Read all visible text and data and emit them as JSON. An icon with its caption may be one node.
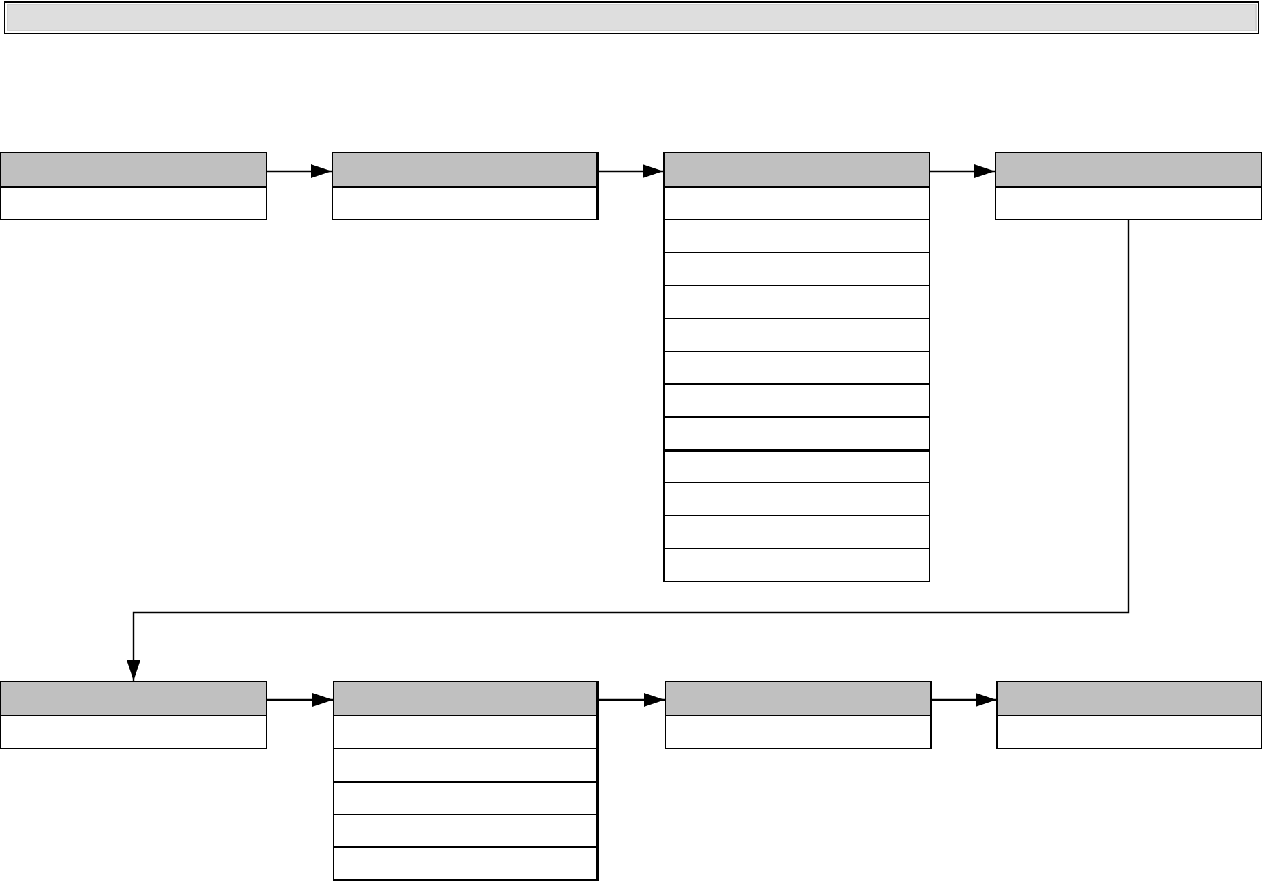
{
  "diagram": {
    "nodes": [
      {
        "text": [],
        "shape": "bar"
      },
      {
        "text": [],
        "shape": "table"
      },
      {
        "text": [],
        "shape": "bar",
        "in": 1
      },
      {
        "text": [],
        "shape": "box",
        "in": 1
      },
      {
        "text": [],
        "shape": "table"
      },
      {
        "text": [],
        "shape": "bar",
        "in": 4
      },
      {
        "text": [],
        "shape": "box",
        "in": 4
      },
      {
        "text": [],
        "shape": "table"
      },
      {
        "text": [],
        "shape": "bar",
        "in": 7
      },
      {
        "text": [],
        "shape": "box",
        "in": 7
      },
      {
        "text": [],
        "shape": "box",
        "in": 7
      },
      {
        "text": [],
        "shape": "box",
        "in": 7
      },
      {
        "text": [],
        "shape": "box",
        "in": 7
      },
      {
        "text": [],
        "shape": "box",
        "in": 7
      },
      {
        "text": [],
        "shape": "box",
        "in": 7
      },
      {
        "text": [],
        "shape": "box",
        "in": 7
      },
      {
        "text": [],
        "shape": "box",
        "in": 7
      },
      {
        "text": [],
        "shape": "box",
        "in": 7
      },
      {
        "text": [],
        "shape": "box",
        "in": 7
      },
      {
        "text": [],
        "shape": "box",
        "in": 7
      },
      {
        "text": [],
        "shape": "box",
        "in": 7
      },
      {
        "text": [],
        "shape": "table"
      },
      {
        "text": [],
        "shape": "bar",
        "in": 21
      },
      {
        "text": [],
        "shape": "box",
        "in": 21
      },
      {
        "text": [],
        "shape": "table"
      },
      {
        "text": [],
        "shape": "bar",
        "in": 24
      },
      {
        "text": [],
        "shape": "box",
        "in": 24
      },
      {
        "text": [],
        "shape": "table"
      },
      {
        "text": [],
        "shape": "bar",
        "in": 27
      },
      {
        "text": [],
        "shape": "box",
        "in": 27
      },
      {
        "text": [],
        "shape": "box",
        "in": 27
      },
      {
        "text": [],
        "shape": "box",
        "in": 27
      },
      {
        "text": [],
        "shape": "box",
        "in": 27
      },
      {
        "text": [],
        "shape": "box",
        "in": 27
      },
      {
        "text": [],
        "shape": "table"
      },
      {
        "text": [],
        "shape": "bar",
        "in": 34
      },
      {
        "text": [],
        "shape": "box",
        "in": 34
      },
      {
        "text": [],
        "shape": "table"
      },
      {
        "text": [],
        "shape": "bar",
        "in": 37
      },
      {
        "text": [],
        "shape": "box",
        "in": 37
      }
    ],
    "edges": [
      {
        "from": 1,
        "to": 4,
        "arrow": "to"
      },
      {
        "from": 4,
        "to": 7,
        "arrow": "to"
      },
      {
        "from": 7,
        "to": 21,
        "arrow": "to"
      },
      {
        "from": 21,
        "to": 24,
        "arrow": "to"
      },
      {
        "from": 24,
        "to": 27,
        "arrow": "to"
      },
      {
        "from": 27,
        "to": 34,
        "arrow": "to"
      },
      {
        "from": 34,
        "to": 37,
        "arrow": "to"
      }
    ]
  }
}
